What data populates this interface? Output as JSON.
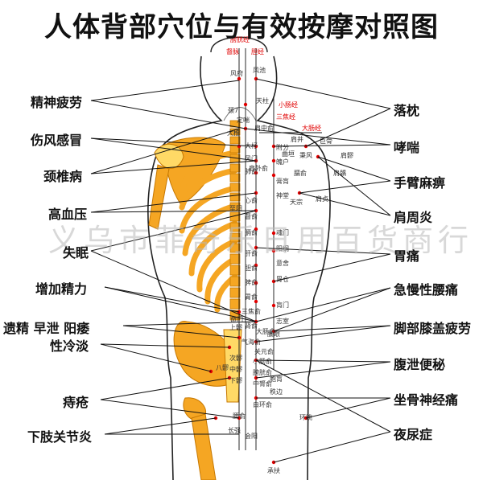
{
  "title": "人体背部穴位与有效按摩对照图",
  "watermark": "义乌市菲奇乐日用百货商行",
  "colors": {
    "bone": "#f5a623",
    "bone_light": "#ffd966",
    "line": "#111111",
    "point": "#e00000",
    "meridian_text": "#e00000"
  },
  "left_labels": [
    "精神疲劳",
    "伤风感冒",
    "颈椎病",
    "高血压",
    "失眠",
    "增加精力",
    "遗精 早泄 阳痿",
    "性冷淡",
    "痔疮",
    "下肢关节炎"
  ],
  "right_labels": [
    "落枕",
    "哮喘",
    "手臂麻痹",
    "肩周炎",
    "胃痛",
    "急慢性腰痛",
    "脚部膝盖疲劳",
    "腹泄便秘",
    "坐骨神经痛",
    "夜尿症"
  ],
  "meridians": [
    "膀胱经",
    "督脉",
    "胆经",
    "小肠经",
    "三焦经",
    "大肠经"
  ],
  "acupoints": {
    "head": [
      "风府",
      "风池"
    ],
    "neck": [
      "天柱",
      "颈7",
      "定喘",
      "大椎",
      "肩中俞",
      "肩外俞",
      "肩井",
      "巨骨"
    ],
    "upper_back": [
      "大杼",
      "风门",
      "肺俞",
      "附分",
      "魄户",
      "膏肓",
      "神堂",
      "曲垣",
      "秉风",
      "臑俞",
      "天宗",
      "肩贞",
      "肩髎",
      "肩髃"
    ],
    "mid_back": [
      "心俞",
      "督俞",
      "膈俞",
      "肝俞",
      "胆俞",
      "魂门",
      "阳纲",
      "意舍",
      "脾俞",
      "胃俞",
      "胃仓",
      "三焦俞",
      "肓门",
      "至阳"
    ],
    "lower_back": [
      "肾俞",
      "志室",
      "气海俞",
      "大肠俞",
      "关元俞",
      "腰眼",
      "命门"
    ],
    "sacral": [
      "小肠俞",
      "膀胱俞",
      "中膂俞",
      "白环俞",
      "上髎",
      "次髎",
      "中髎",
      "下髎",
      "胞肓",
      "秩边",
      "八髎",
      "腰俞",
      "会阳",
      "长强",
      "环跳",
      "承扶"
    ]
  }
}
